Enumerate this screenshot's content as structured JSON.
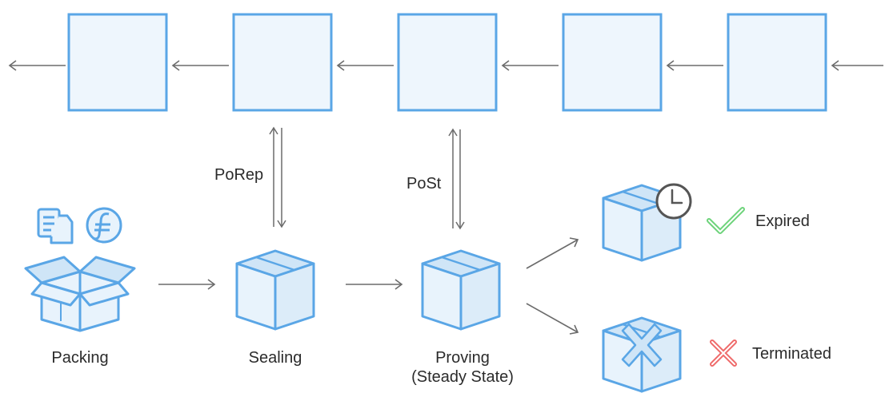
{
  "colors": {
    "box_stroke": "#5aa6e6",
    "box_fill": "#e8f3fc",
    "box_fill_dark": "#cfe5f7",
    "arrow": "#6b6b6b",
    "check": "#6dd37a",
    "cross": "#ef6a6a",
    "text": "#2b2b2b"
  },
  "chain": {
    "block_count": 5,
    "direction": "right-to-left"
  },
  "links": {
    "porep_label": "PoRep",
    "post_label": "PoSt"
  },
  "stages": [
    {
      "label": "Packing",
      "icon": "open-box-with-files-and-filecoin-icon"
    },
    {
      "label": "Sealing",
      "icon": "closed-box-icon"
    },
    {
      "label": "Proving",
      "sublabel": "(Steady State)",
      "icon": "closed-box-icon"
    }
  ],
  "outcomes": [
    {
      "label": "Expired",
      "box_icon": "box-with-clock-icon",
      "mark_icon": "check-icon"
    },
    {
      "label": "Terminated",
      "box_icon": "box-with-cross-icon",
      "mark_icon": "cross-icon"
    }
  ]
}
